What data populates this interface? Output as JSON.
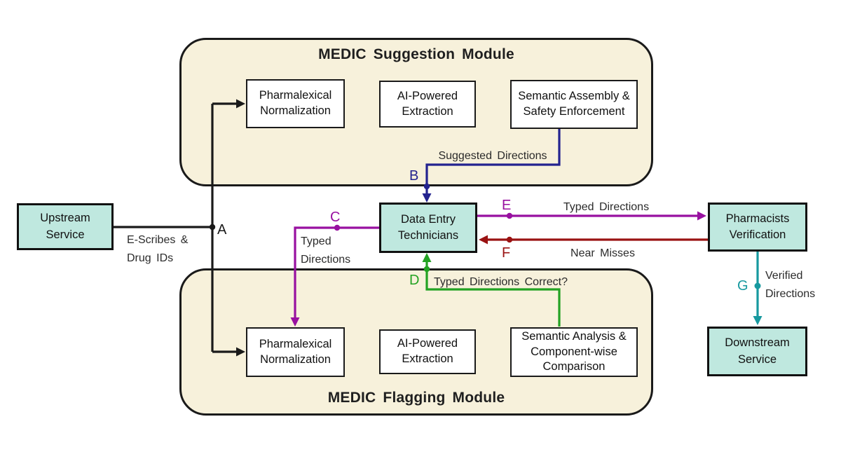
{
  "diagram": {
    "modules": {
      "suggestion": {
        "title": "MEDIC Suggestion Module",
        "steps": [
          "Pharmalexical Normalization",
          "AI-Powered Extraction",
          "Semantic Assembly & Safety Enforcement"
        ]
      },
      "flagging": {
        "title": "MEDIC Flagging Module",
        "steps": [
          "Pharmalexical Normalization",
          "AI-Powered Extraction",
          "Semantic Analysis & Component-wise Comparison"
        ]
      }
    },
    "nodes": {
      "upstream": "Upstream Service",
      "data_entry": "Data Entry Technicians",
      "pharmacists": "Pharmacists Verification",
      "downstream": "Downstream Service"
    },
    "edges": {
      "a": {
        "letter": "A",
        "label": "E-Scribes & Drug IDs",
        "color": "#1a1a1a"
      },
      "b": {
        "letter": "B",
        "label": "Suggested Directions",
        "color": "#23238f"
      },
      "c": {
        "letter": "C",
        "label": "Typed Directions",
        "color": "#9810a0"
      },
      "d": {
        "letter": "D",
        "label": "Typed Directions Correct?",
        "color": "#23a223"
      },
      "e": {
        "letter": "E",
        "label": "Typed Directions",
        "color": "#9810a0"
      },
      "f": {
        "letter": "F",
        "label": "Near Misses",
        "color": "#9a1212"
      },
      "g": {
        "letter": "G",
        "label": "Verified Directions",
        "color": "#17999f"
      }
    },
    "colors": {
      "module_fill": "#f7f1db",
      "node_fill": "#bfe8df",
      "outline": "#1a1a1a",
      "background": "#ffffff"
    }
  }
}
